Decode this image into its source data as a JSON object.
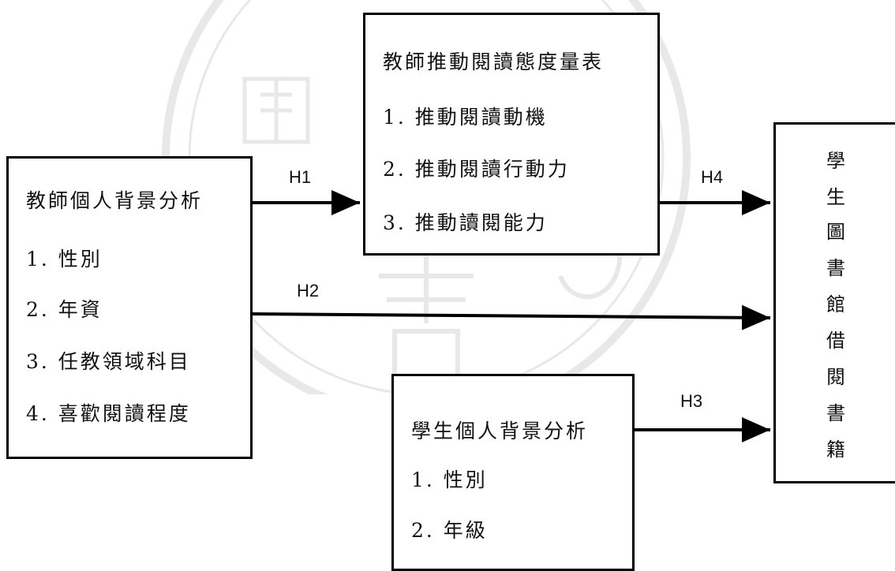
{
  "teacher_background": {
    "title": "教師個人背景分析",
    "items": [
      "1. 性別",
      "2. 年資",
      "3. 任教領域科目",
      "4. 喜歡閱讀程度"
    ]
  },
  "teacher_attitude": {
    "title": "教師推動閱讀態度量表",
    "items": [
      "1. 推動閱讀動機",
      "2. 推動閱讀行動力",
      "3. 推動讀閱能力"
    ]
  },
  "student_background": {
    "title": "學生個人背景分析",
    "items": [
      "1. 性別",
      "2. 年級"
    ]
  },
  "outcome": {
    "chars": [
      "學",
      "生",
      "圖",
      "書",
      "館",
      "借",
      "閱",
      "書",
      "籍"
    ]
  },
  "hypotheses": {
    "h1": "H1",
    "h2": "H2",
    "h3": "H3",
    "h4": "H4"
  }
}
